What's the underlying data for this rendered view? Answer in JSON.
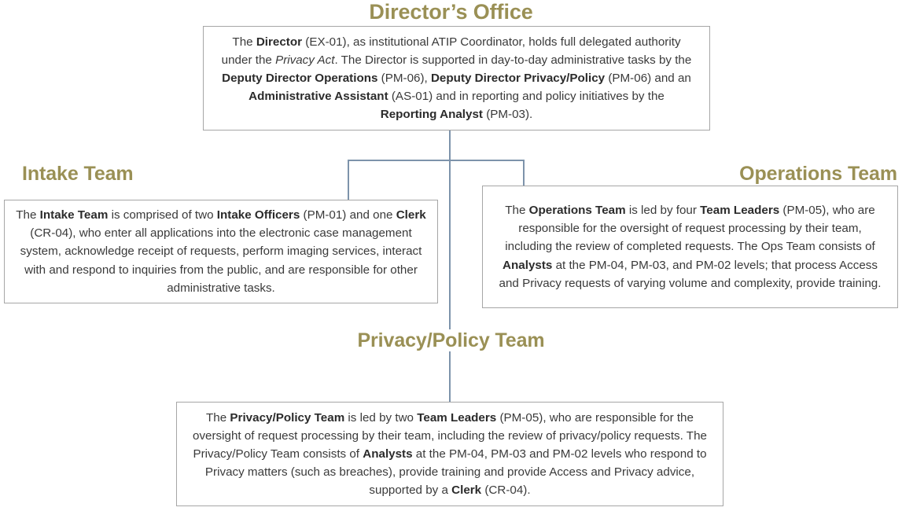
{
  "diagram": {
    "type": "org-chart",
    "title": "ATIP Office Organizational Structure",
    "colors": {
      "heading": "#9a9055",
      "connector": "#7d93ab",
      "box_border": "#a6a6a6",
      "body_text": "#3a3a3a",
      "background": "#ffffff"
    }
  },
  "nodes": {
    "director": {
      "heading": "Director’s Office",
      "body_plain": "The Director (EX-01), as institutional ATIP Coordinator, holds full delegated authority under the Privacy Act. The Director is supported in day-to-day administrative tasks by the Deputy Director Operations (PM-06), Deputy Director Privacy/Policy (PM-06) and an Administrative Assistant (AS-01) and in reporting and policy initiatives by the Reporting Analyst (PM-03).",
      "body_runs": [
        {
          "t": "The ",
          "s": "normal"
        },
        {
          "t": "Director",
          "s": "bold"
        },
        {
          "t": " (EX-01), as institutional ATIP Coordinator, holds full delegated authority under the ",
          "s": "normal"
        },
        {
          "t": "Privacy Act",
          "s": "italic"
        },
        {
          "t": ". The Director is supported in day-to-day administrative tasks by the ",
          "s": "normal"
        },
        {
          "t": "Deputy Director Operations",
          "s": "bold"
        },
        {
          "t": " (PM-06), ",
          "s": "normal"
        },
        {
          "t": "Deputy Director Privacy/Policy",
          "s": "bold"
        },
        {
          "t": " (PM-06) and an ",
          "s": "normal"
        },
        {
          "t": "Administrative Assistant",
          "s": "bold"
        },
        {
          "t": " (AS-01) and in reporting and policy initiatives by the ",
          "s": "normal"
        },
        {
          "t": "Reporting Analyst",
          "s": "bold"
        },
        {
          "t": " (PM-03).",
          "s": "normal"
        }
      ],
      "classifications": [
        "EX-01",
        "PM-06",
        "PM-06",
        "AS-01",
        "PM-03"
      ]
    },
    "intake": {
      "heading": "Intake Team",
      "body_plain": "The Intake Team is comprised of two Intake Officers (PM-01) and one Clerk (CR-04), who enter all applications into the electronic case management system, acknowledge receipt of requests, perform imaging services, interact with and respond to inquiries from the public, and are responsible for other administrative tasks.",
      "body_runs": [
        {
          "t": "The ",
          "s": "normal"
        },
        {
          "t": "Intake Team",
          "s": "bold"
        },
        {
          "t": " is comprised of two ",
          "s": "normal"
        },
        {
          "t": "Intake Officers",
          "s": "bold"
        },
        {
          "t": " (PM-01) and one ",
          "s": "normal"
        },
        {
          "t": "Clerk",
          "s": "bold"
        },
        {
          "t": " (CR-04), who enter all applications into the electronic case management system, acknowledge receipt of requests, perform imaging services, interact with and respond to inquiries from the public, and are responsible for other administrative tasks.",
          "s": "normal"
        }
      ],
      "classifications": [
        "PM-01",
        "CR-04"
      ]
    },
    "operations": {
      "heading": "Operations Team",
      "body_plain": "The Operations Team is led by four Team Leaders (PM-05), who are responsible for the oversight of request processing by their team, including the review of completed requests. The Ops Team consists of Analysts at the PM-04, PM-03, and PM-02 levels; that process Access and Privacy requests of varying volume and complexity, provide training.",
      "body_runs": [
        {
          "t": "The ",
          "s": "normal"
        },
        {
          "t": "Operations Team",
          "s": "bold"
        },
        {
          "t": " is led by four ",
          "s": "normal"
        },
        {
          "t": "Team Leaders",
          "s": "bold"
        },
        {
          "t": " (PM-05), who are responsible for the oversight of request processing by their team, including the review of completed requests. The Ops Team consists of ",
          "s": "normal"
        },
        {
          "t": "Analysts",
          "s": "bold"
        },
        {
          "t": " at the PM-04, PM-03, and PM-02 levels; that process Access and Privacy requests of varying volume and complexity, provide training.",
          "s": "normal"
        }
      ],
      "classifications": [
        "PM-05",
        "PM-04",
        "PM-03",
        "PM-02"
      ]
    },
    "privacy": {
      "heading": "Privacy/Policy Team",
      "body_plain": "The Privacy/Policy Team is led by two Team Leaders (PM-05), who are responsible for the oversight of request processing by their team, including the review of privacy/policy requests. The Privacy/Policy Team consists of Analysts at the PM-04, PM-03 and PM-02 levels who respond to Privacy matters (such as breaches), provide training and provide Access and Privacy advice, supported by a Clerk (CR-04).",
      "body_runs": [
        {
          "t": "The ",
          "s": "normal"
        },
        {
          "t": "Privacy/Policy Team",
          "s": "bold"
        },
        {
          "t": " is led by two ",
          "s": "normal"
        },
        {
          "t": "Team Leaders",
          "s": "bold"
        },
        {
          "t": " (PM-05), who are responsible for the oversight of request processing by their team, including the review of privacy/policy requests. The Privacy/Policy Team consists of ",
          "s": "normal"
        },
        {
          "t": "Analysts",
          "s": "bold"
        },
        {
          "t": " at the PM-04, PM-03 and PM-02 levels who respond to Privacy matters (such as breaches), provide training and provide Access and Privacy advice, supported by a ",
          "s": "normal"
        },
        {
          "t": "Clerk",
          "s": "bold"
        },
        {
          "t": " (CR-04).",
          "s": "normal"
        }
      ],
      "classifications": [
        "PM-05",
        "PM-04",
        "PM-03",
        "PM-02",
        "CR-04"
      ]
    }
  },
  "edges": [
    {
      "from": "director",
      "to": "intake"
    },
    {
      "from": "director",
      "to": "operations"
    },
    {
      "from": "director",
      "to": "privacy"
    }
  ]
}
